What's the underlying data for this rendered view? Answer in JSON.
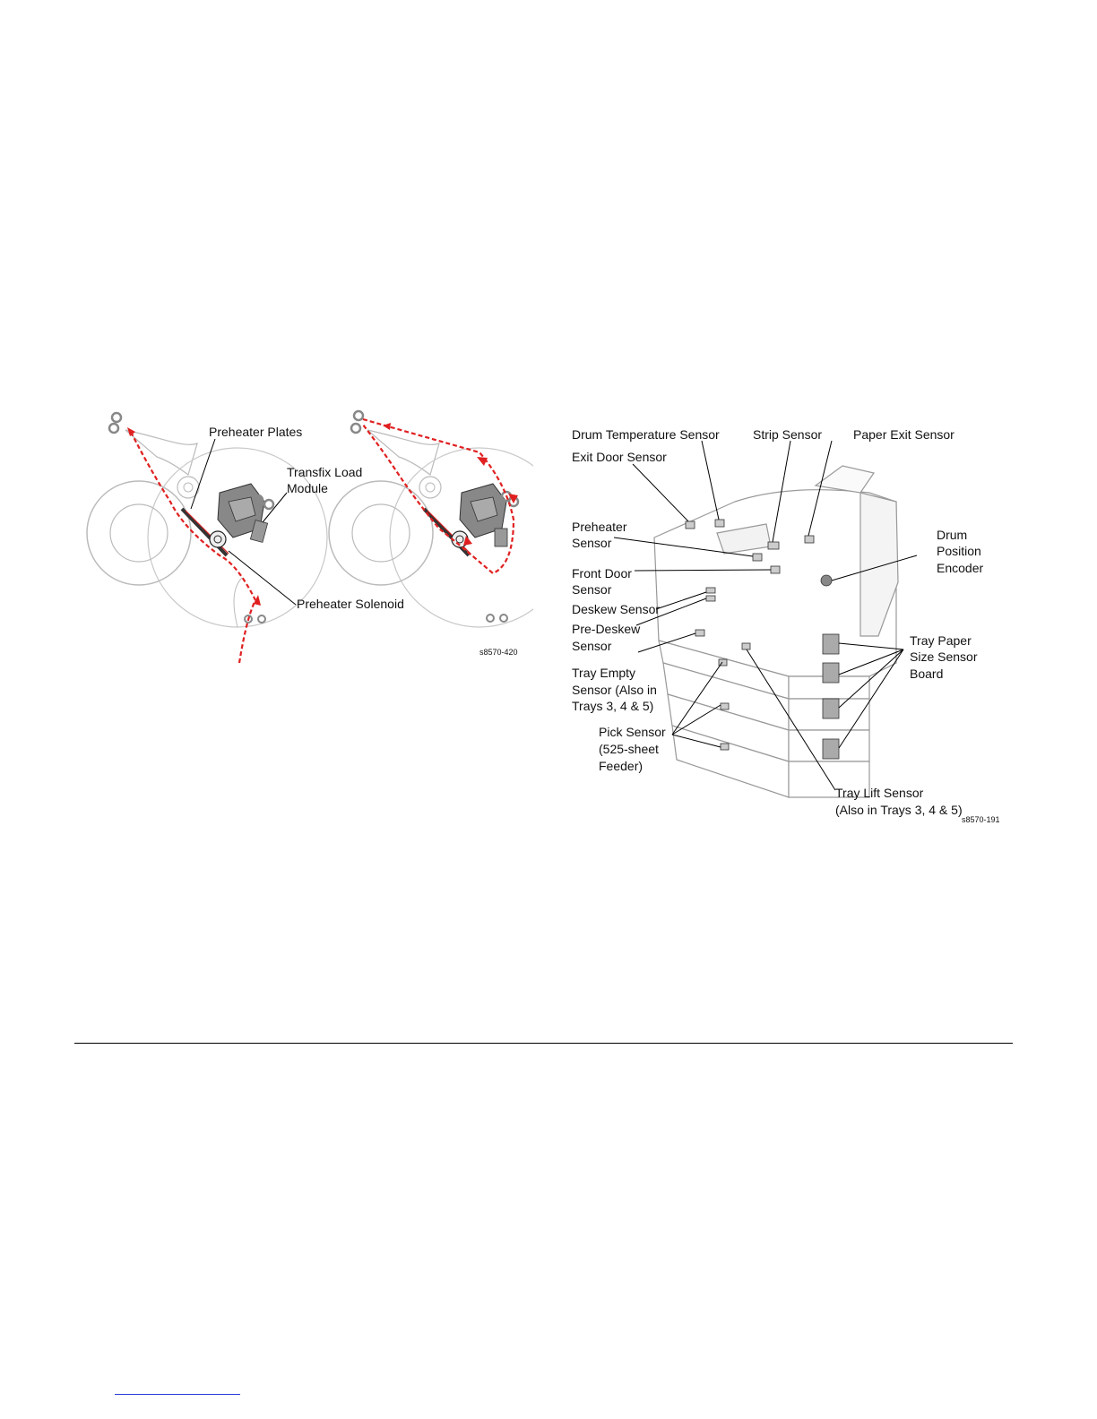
{
  "figure_left": {
    "labels": {
      "preheater_plates": "Preheater Plates",
      "transfix_load": "Transfix Load",
      "module": "Module",
      "preheater_solenoid": "Preheater Solenoid"
    },
    "code": "s8570-420",
    "path_color": "#e02020"
  },
  "figure_right": {
    "labels": {
      "drum_temp": "Drum Temperature Sensor",
      "strip": "Strip Sensor",
      "paper_exit": "Paper Exit Sensor",
      "exit_door": "Exit Door Sensor",
      "preheater_1": "Preheater",
      "preheater_2": "Sensor",
      "front_door_1": "Front Door",
      "front_door_2": "Sensor",
      "deskew": "Deskew Sensor",
      "predeskew_1": "Pre-Deskew",
      "predeskew_2": "Sensor",
      "tray_empty_1": "Tray Empty",
      "tray_empty_2": "Sensor (Also in",
      "tray_empty_3": "Trays 3, 4 & 5)",
      "pick_1": "Pick Sensor",
      "pick_2": "(525-sheet",
      "pick_3": "Feeder)",
      "drum_pos_1": "Drum",
      "drum_pos_2": "Position",
      "drum_pos_3": "Encoder",
      "tray_paper_1": "Tray Paper",
      "tray_paper_2": "Size Sensor",
      "tray_paper_3": "Board",
      "tray_lift_1": "Tray Lift Sensor",
      "tray_lift_2": "(Also in Trays 3, 4 & 5)"
    },
    "code": "s8570-191"
  }
}
